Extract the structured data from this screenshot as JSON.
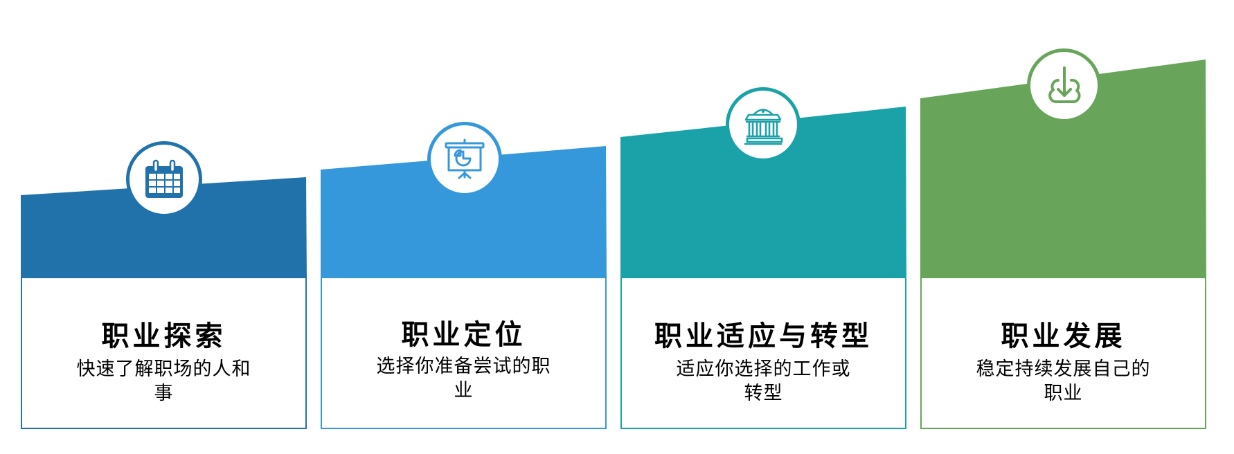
{
  "diagram": {
    "type": "career-stages-steps",
    "stages": [
      {
        "title": "职业探索",
        "description_lines": [
          "快速了解职场的人和",
          "事"
        ],
        "icon": "calendar-icon",
        "color": "#2172AB"
      },
      {
        "title": "职业定位",
        "description_lines": [
          "选择你准备尝试的职",
          "业"
        ],
        "icon": "presentation-chart-icon",
        "color": "#3498DB"
      },
      {
        "title": "职业适应与转型",
        "description_lines": [
          "适应你选择的工作或",
          "转型"
        ],
        "icon": "bank-building-icon",
        "color": "#1BA2A8"
      },
      {
        "title": "职业发展",
        "description_lines": [
          "稳定持续发展自己的",
          "职业"
        ],
        "icon": "cloud-download-icon",
        "color": "#69A45B"
      }
    ]
  }
}
